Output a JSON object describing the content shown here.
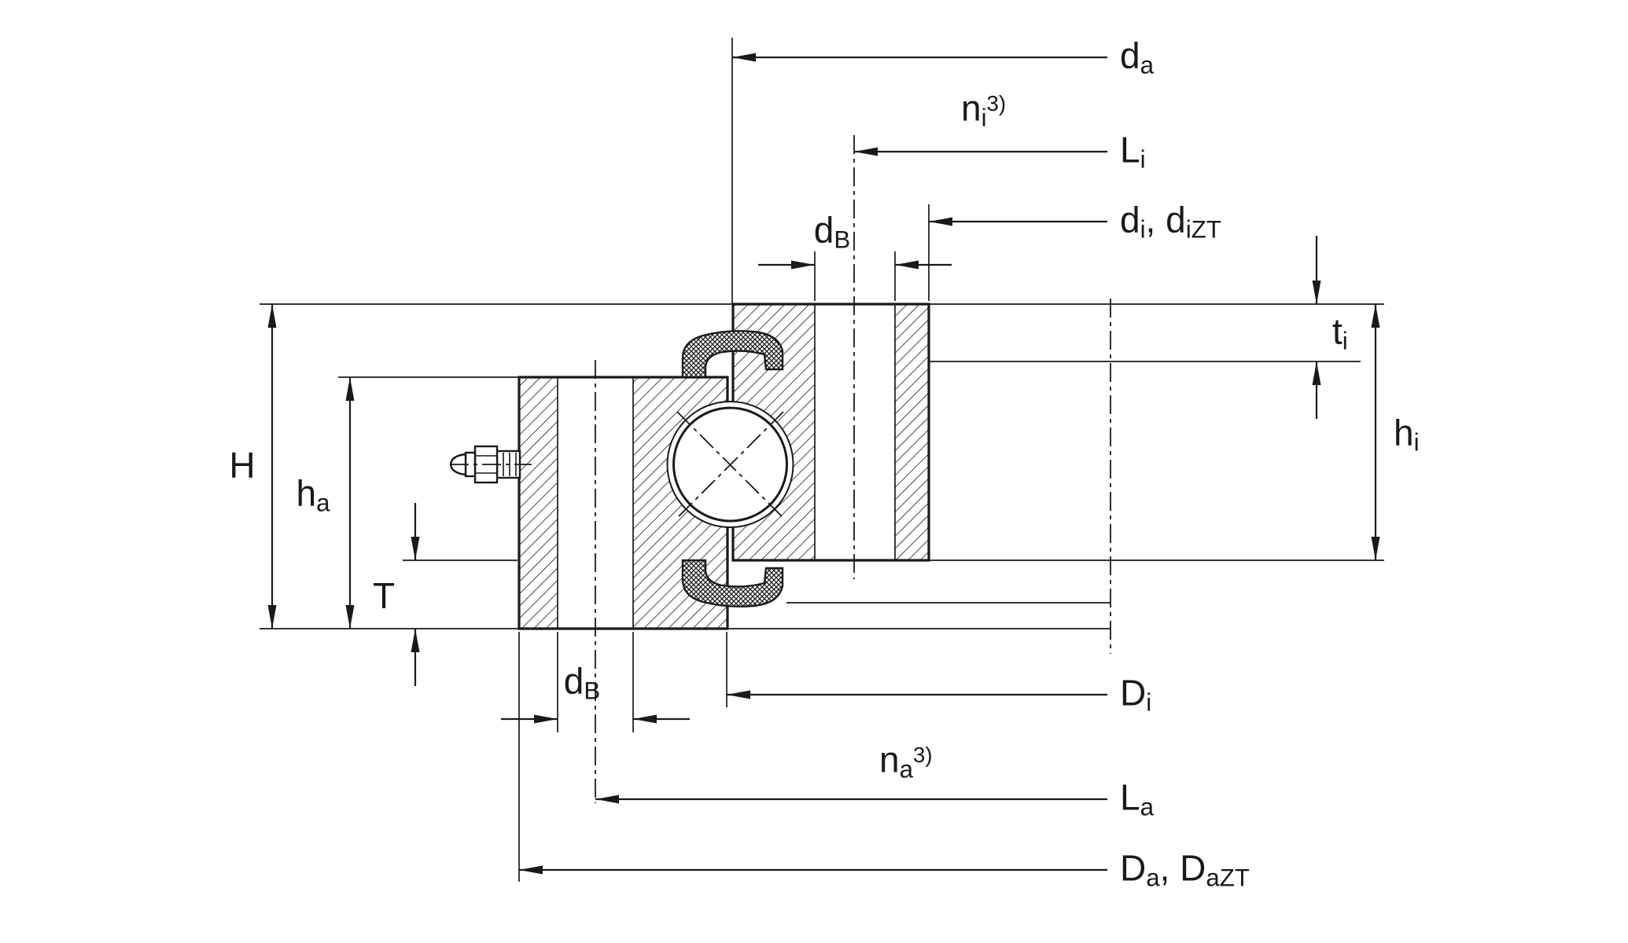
{
  "colors": {
    "ink": "#1a1a1a",
    "background": "#ffffff"
  },
  "diagram": {
    "type": "bearing-cross-section",
    "description": "Four-point contact slewing ring bearing section with grease nipple, seals and dimension lines"
  },
  "labels": {
    "d_a": [
      {
        "t": "d"
      },
      {
        "t": "a",
        "v": "sub"
      }
    ],
    "n_i": [
      {
        "t": "n"
      },
      {
        "t": "i",
        "v": "sub"
      },
      {
        "t": "3)",
        "v": "sup"
      }
    ],
    "L_i": [
      {
        "t": "L"
      },
      {
        "t": "i",
        "v": "sub"
      }
    ],
    "d_i_iZT": [
      {
        "t": "d"
      },
      {
        "t": "i",
        "v": "sub"
      },
      {
        "t": ", d"
      },
      {
        "t": "iZT",
        "v": "sub"
      }
    ],
    "t_i": [
      {
        "t": "t"
      },
      {
        "t": "i",
        "v": "sub"
      }
    ],
    "h_i": [
      {
        "t": "h"
      },
      {
        "t": "i",
        "v": "sub"
      }
    ],
    "H": [
      {
        "t": "H"
      }
    ],
    "h_a": [
      {
        "t": "h"
      },
      {
        "t": "a",
        "v": "sub"
      }
    ],
    "T": [
      {
        "t": "T"
      }
    ],
    "d_B_top": [
      {
        "t": "d"
      },
      {
        "t": "B",
        "v": "sub"
      }
    ],
    "d_B_bot": [
      {
        "t": "d"
      },
      {
        "t": "B",
        "v": "sub"
      }
    ],
    "D_i": [
      {
        "t": "D"
      },
      {
        "t": "i",
        "v": "sub"
      }
    ],
    "n_a": [
      {
        "t": "n"
      },
      {
        "t": "a",
        "v": "sub"
      },
      {
        "t": "3)",
        "v": "sup"
      }
    ],
    "L_a": [
      {
        "t": "L"
      },
      {
        "t": "a",
        "v": "sub"
      }
    ],
    "D_a_aZT": [
      {
        "t": "D"
      },
      {
        "t": "a",
        "v": "sub"
      },
      {
        "t": ", D"
      },
      {
        "t": "aZT",
        "v": "sub"
      }
    ]
  }
}
